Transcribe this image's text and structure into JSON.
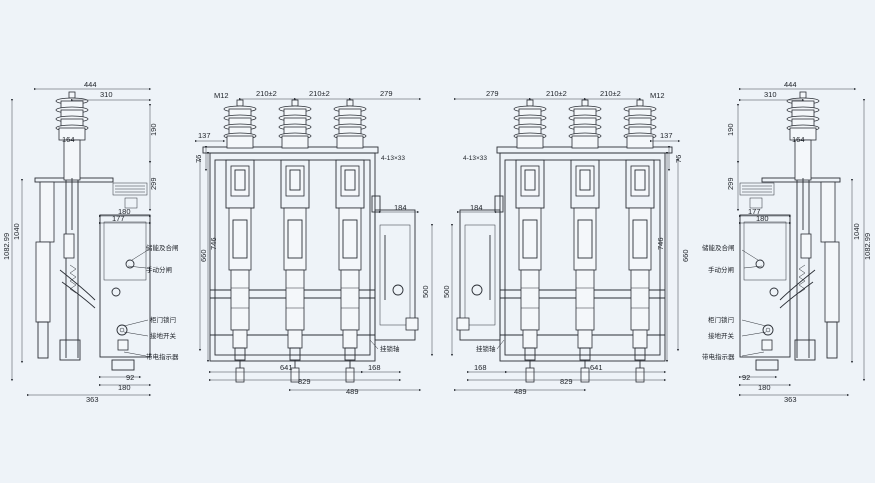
{
  "views": {
    "left_side": {
      "dims": {
        "width_444": "444",
        "width_310": "310",
        "height_190": "190",
        "height_299": "299",
        "width_164": "164",
        "width_180": "180",
        "width_177": "177",
        "height_1040": "1040",
        "height_1082": "1082.99",
        "width_92": "92",
        "width_180b": "180",
        "width_363": "363"
      },
      "labels": {
        "store_close": "储能及合闸",
        "manual_open": "手动分闸",
        "cabinet_lock": "柜门锁闩",
        "ground_switch": "接地开关",
        "live_indicator": "带电指示器"
      }
    },
    "front_left": {
      "dims": {
        "m12": "M12",
        "pitch1": "210±2",
        "pitch2": "210±2",
        "d279": "279",
        "d137": "137",
        "d76": "76",
        "holes": "4-13×33",
        "d184": "184",
        "d746": "746",
        "d660": "660",
        "d500": "500",
        "d641": "641",
        "d829": "829",
        "d168": "168",
        "d489": "489"
      },
      "labels": {
        "hang_lock": "挂锁轴"
      }
    },
    "front_right": {
      "dims": {
        "d279": "279",
        "pitch1": "210±2",
        "pitch2": "210±2",
        "m12": "M12",
        "holes": "4-13×33",
        "d137": "137",
        "d76": "76",
        "d184": "184",
        "d746": "746",
        "d660": "660",
        "d500": "500",
        "d168": "168",
        "d829": "829",
        "d641": "641",
        "d489": "489"
      },
      "labels": {
        "hang_lock": "挂锁轴"
      }
    },
    "right_side": {
      "dims": {
        "width_444": "444",
        "width_310": "310",
        "height_190": "190",
        "height_299": "299",
        "width_164": "164",
        "width_177": "177",
        "width_180": "180",
        "height_1040": "1040",
        "height_1082": "1082.99",
        "width_92": "92",
        "width_180b": "180",
        "width_363": "363"
      },
      "labels": {
        "store_close": "储能及合闸",
        "manual_open": "手动分闸",
        "cabinet_lock": "柜门锁闩",
        "ground_switch": "接地开关",
        "live_indicator": "带电指示器"
      }
    }
  },
  "colors": {
    "background": "#eef3f8",
    "line": "#2b2f36"
  }
}
